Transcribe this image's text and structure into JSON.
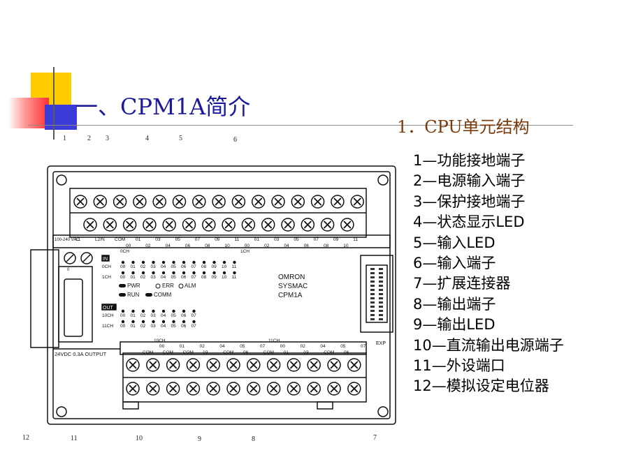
{
  "title": "一、CPM1A简介",
  "subtitle": "1．CPU单元结构",
  "callouts_top": [
    "1",
    "2",
    "3",
    "4",
    "5",
    "6"
  ],
  "callouts_bottom": [
    "12",
    "11",
    "10",
    "9",
    "8",
    "7"
  ],
  "legend": [
    "1—功能接地端子",
    "2—电源输入端子",
    "3—保护接地端子",
    "4—状态显示LED",
    "5—输入LED",
    "6—输入端子",
    "7—扩展连接器",
    "8—输出端子",
    "9—输出LED",
    "10—直流输出电源端子",
    "11—外设端口",
    "12—模拟设定电位器"
  ],
  "plc": {
    "brand_lines": [
      "OMRON",
      "SYSMAC",
      "CPM1A"
    ],
    "power_label": "100-240 VAC",
    "l1": "L1",
    "l2n": "L2/N",
    "com": "COM",
    "ch0": "0CH",
    "ch1": "1CH",
    "in_tag": "IN",
    "out_tag": "OUT",
    "in_rows": [
      "0CH",
      "1CH"
    ],
    "out_rows": [
      "10CH",
      "11CH"
    ],
    "in_numbers": [
      "00",
      "01",
      "02",
      "03",
      "04",
      "05",
      "06",
      "07",
      "08",
      "09",
      "10",
      "11"
    ],
    "out_numbers": [
      "00",
      "01",
      "02",
      "03",
      "04",
      "05",
      "06",
      "07"
    ],
    "top_terminal_labels": [
      "00",
      "02",
      "04",
      "06",
      "08",
      "10",
      "00",
      "02",
      "04",
      "06",
      "08",
      "10"
    ],
    "top_terminal_labels2": [
      "01",
      "03",
      "05",
      "07",
      "09",
      "11",
      "01",
      "03",
      "05",
      "07",
      "09",
      "11"
    ],
    "status": [
      "PWR",
      "ERR",
      "ALM",
      "RUN",
      "COMM"
    ],
    "exp": "EXP",
    "dc_output": "24VDC 0.3A OUTPUT",
    "out_ch10": "10CH",
    "out_ch11": "11CH",
    "bottom_labels_top": [
      "00",
      "01",
      "02",
      "04",
      "05",
      "07",
      "00",
      "02",
      "04",
      "05",
      "07"
    ],
    "bottom_labels_bot": [
      "COM",
      "COM",
      "COM",
      "03",
      "COM",
      "06",
      "COM",
      "01",
      "03",
      "COM",
      "06"
    ],
    "pot_zero": "0"
  }
}
